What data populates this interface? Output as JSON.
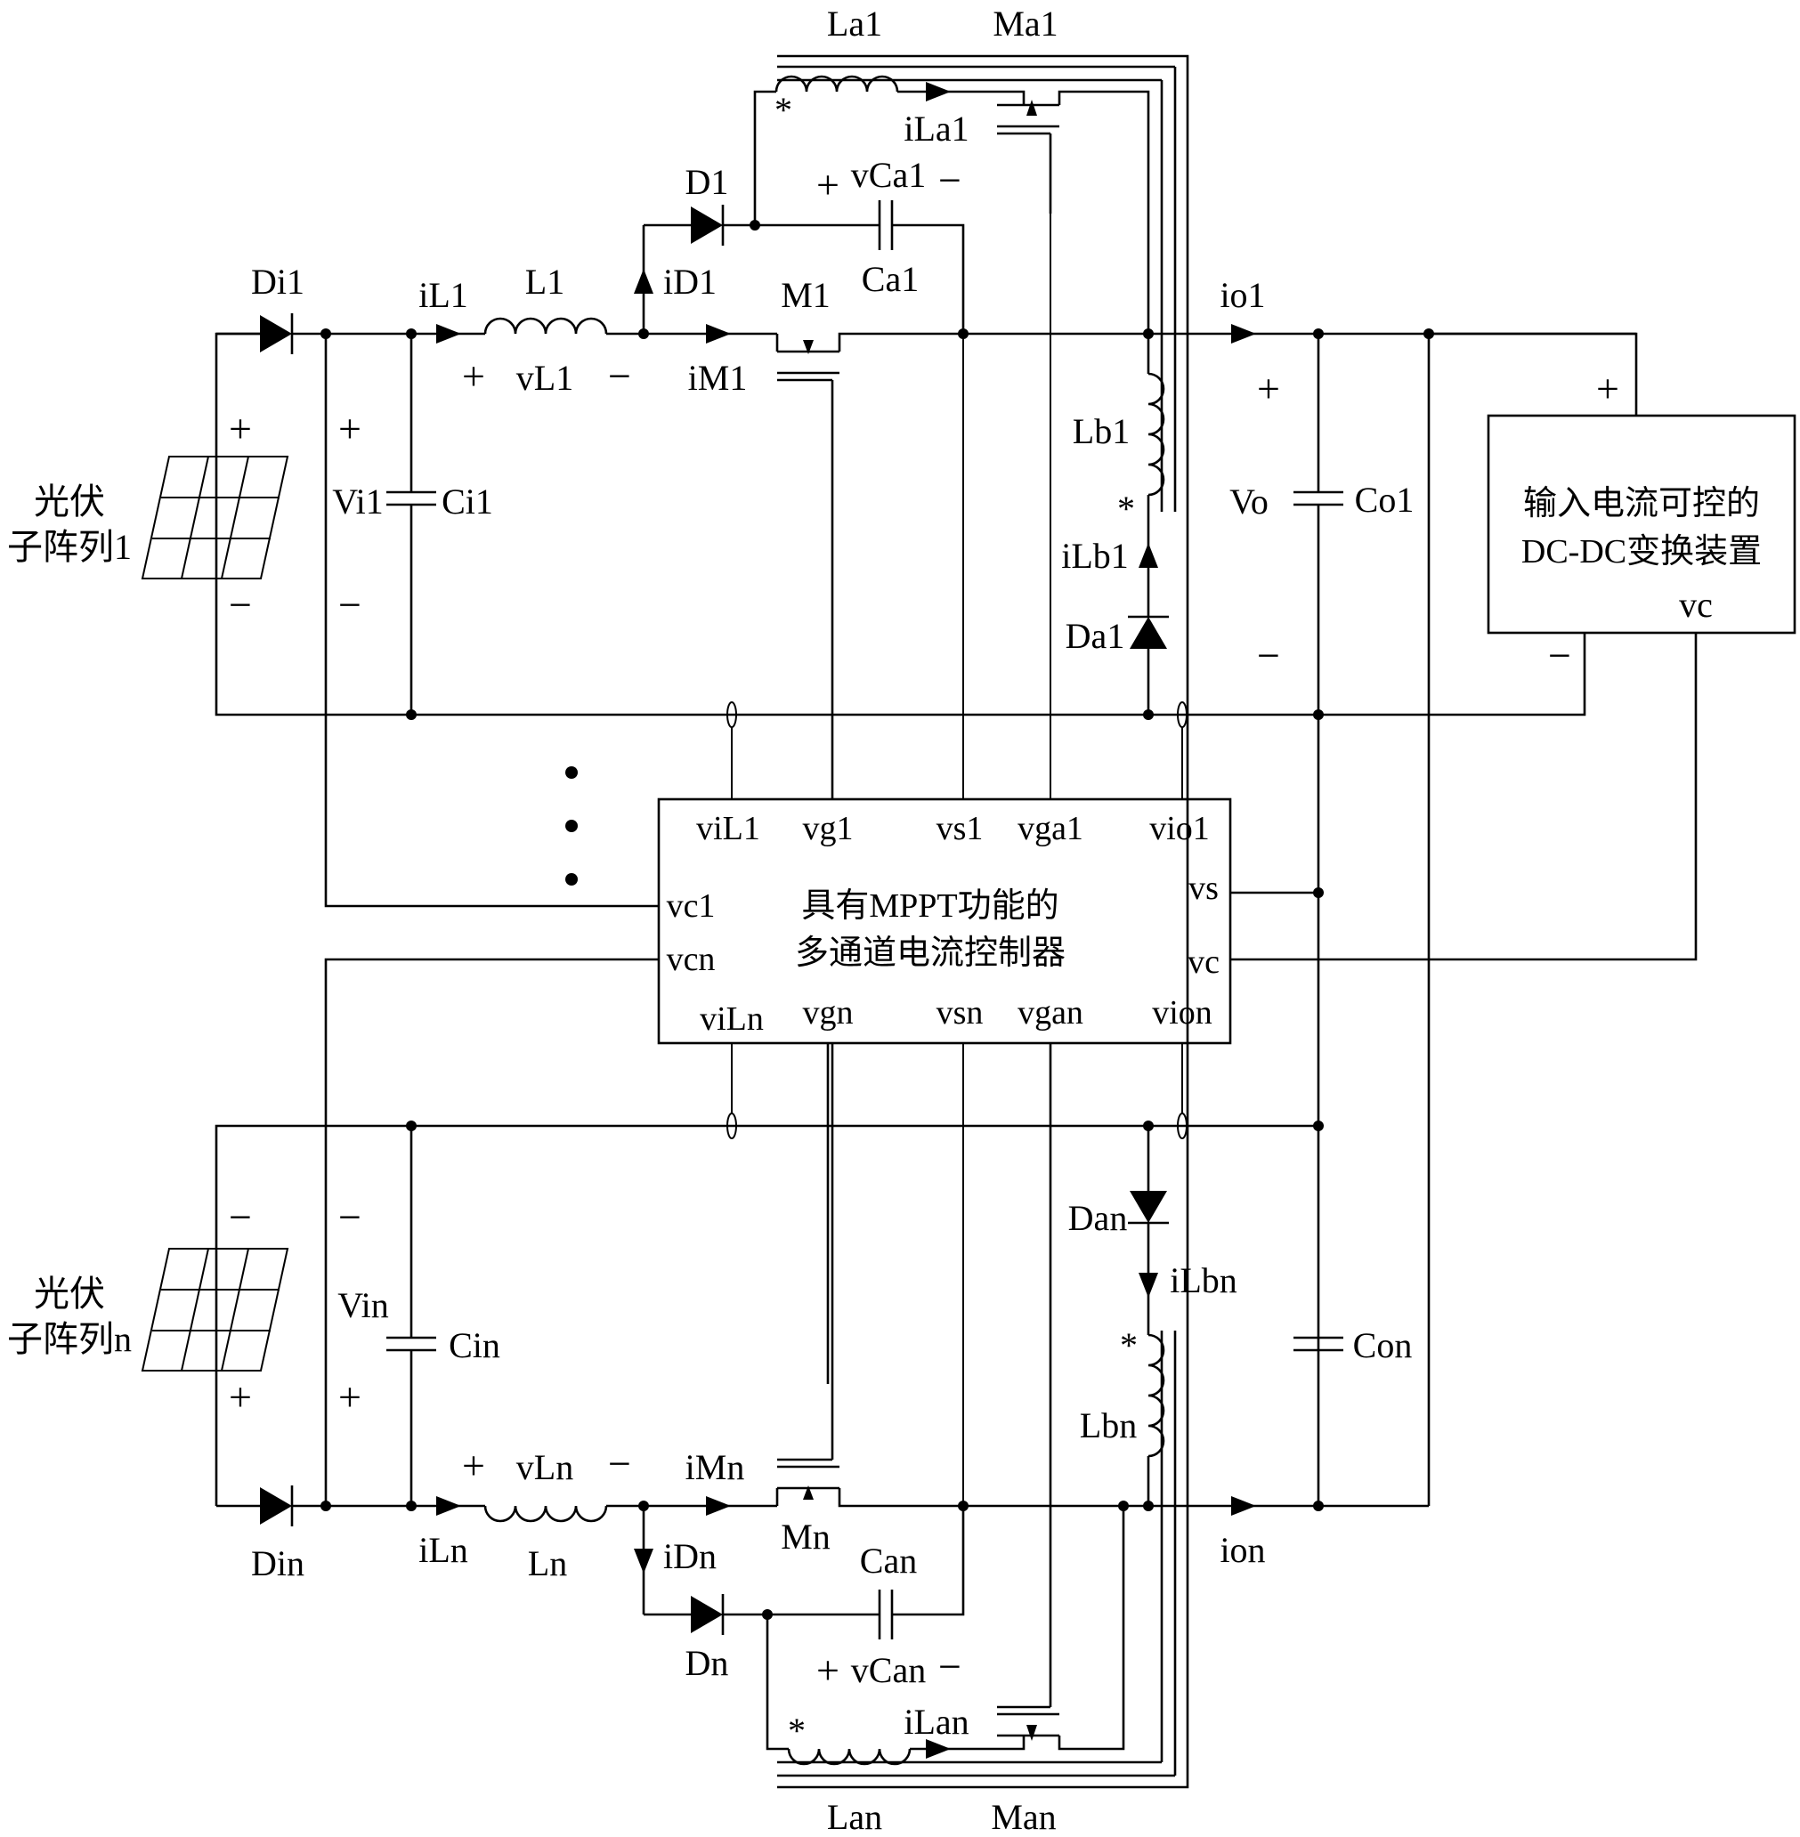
{
  "panels": {
    "top": {
      "line1": "光伏",
      "line2": "子阵列1"
    },
    "bottom": {
      "line1": "光伏",
      "line2": "子阵列n"
    }
  },
  "labels_top": {
    "Di1": "Di1",
    "iL1": "iL1",
    "L1": "L1",
    "vL1": "vL1",
    "iD1": "iD1",
    "D1": "D1",
    "iM1": "iM1",
    "M1": "M1",
    "Vi1": "Vi1",
    "Ci1": "Ci1",
    "vCa1": "vCa1",
    "Ca1": "Ca1",
    "La1": "La1",
    "Ma1": "Ma1",
    "iLa1": "iLa1",
    "io1": "io1",
    "Lb1": "Lb1",
    "iLb1": "iLb1",
    "Da1": "Da1",
    "Vo": "Vo",
    "Co1": "Co1"
  },
  "labels_bottom": {
    "Din": "Din",
    "iLn": "iLn",
    "Ln": "Ln",
    "vLn": "vLn",
    "iDn": "iDn",
    "Dn": "Dn",
    "iMn": "iMn",
    "Mn": "Mn",
    "Vin": "Vin",
    "Cin": "Cin",
    "vCan": "vCan",
    "Can": "Can",
    "Lan": "Lan",
    "Man": "Man",
    "iLan": "iLan",
    "ion": "ion",
    "Lbn": "Lbn",
    "iLbn": "iLbn",
    "Dan": "Dan",
    "Con": "Con"
  },
  "signs": {
    "plus": "+",
    "minus": "−",
    "star": "*"
  },
  "dcdc": {
    "line1": "输入电流可控的",
    "line2": "DC-DC变换装置",
    "port": "vc"
  },
  "controller": {
    "title_line1": "具有MPPT功能的",
    "title_line2": "多通道电流控制器",
    "top_pins": [
      "viL1",
      "vg1",
      "vs1",
      "vga1",
      "vio1"
    ],
    "left_pins": [
      "vc1",
      "vcn"
    ],
    "right_pins": [
      "vs",
      "vc"
    ],
    "bottom_pins": [
      "viLn",
      "vgn",
      "vsn",
      "vgan",
      "vion"
    ]
  }
}
